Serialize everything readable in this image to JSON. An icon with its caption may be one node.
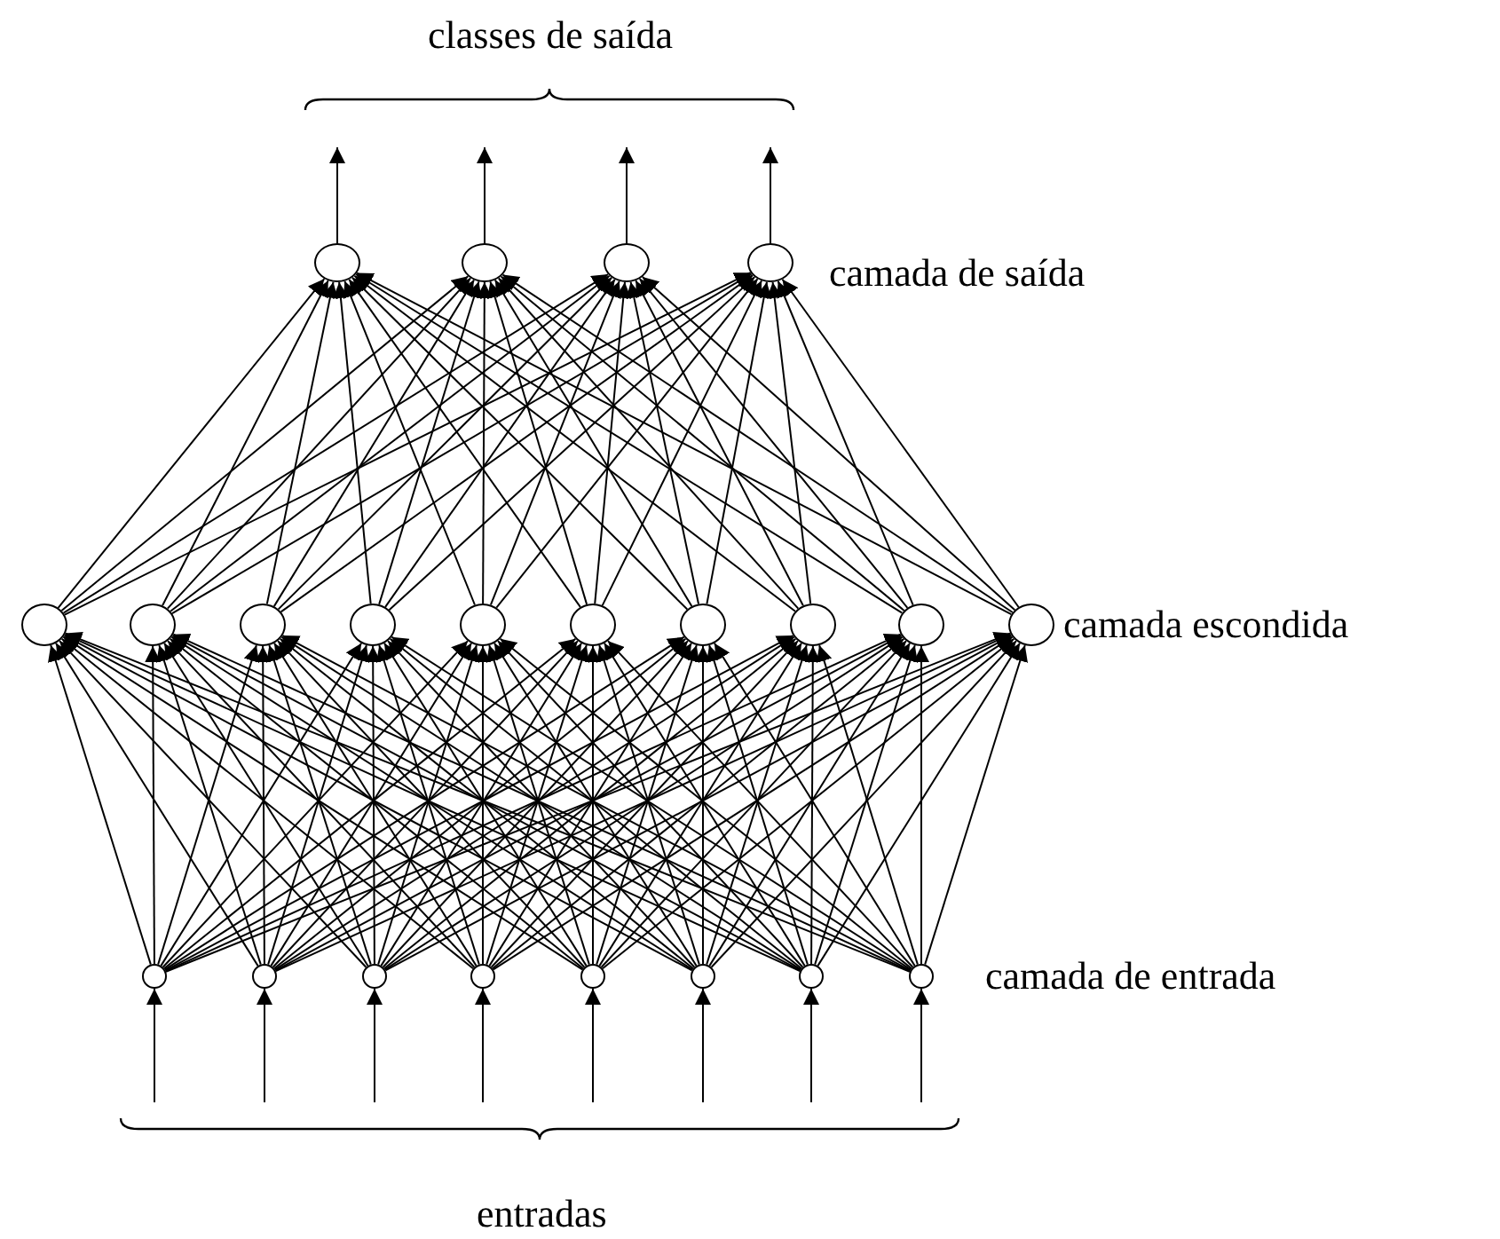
{
  "diagram": {
    "nodes": [
      {
        "text": [],
        "shape": "circle"
      },
      {
        "text": [],
        "shape": "circle"
      },
      {
        "text": [],
        "shape": "circle"
      },
      {
        "text": [],
        "shape": "circle"
      },
      {
        "text": [],
        "shape": "circle"
      },
      {
        "text": [],
        "shape": "circle"
      },
      {
        "text": [],
        "shape": "circle"
      },
      {
        "text": [],
        "shape": "circle"
      },
      {
        "text": [],
        "shape": "circle"
      },
      {
        "text": [],
        "shape": "circle"
      },
      {
        "text": [],
        "shape": "circle"
      },
      {
        "text": [],
        "shape": "circle"
      },
      {
        "text": [],
        "shape": "circle"
      },
      {
        "text": [],
        "shape": "circle"
      },
      {
        "text": [],
        "shape": "circle"
      },
      {
        "text": [],
        "shape": "circle"
      },
      {
        "text": [],
        "shape": "circle"
      },
      {
        "text": [],
        "shape": "circle"
      },
      {
        "text": [],
        "shape": "circle"
      },
      {
        "text": [],
        "shape": "circle"
      },
      {
        "text": [],
        "shape": "circle"
      },
      {
        "text": [],
        "shape": "circle"
      }
    ],
    "edges": [
      {
        "from": 0,
        "to": null,
        "arrow": "to"
      },
      {
        "from": 1,
        "to": null,
        "arrow": "to"
      },
      {
        "from": 2,
        "to": null,
        "arrow": "to"
      },
      {
        "from": 3,
        "to": null,
        "arrow": "to"
      },
      {
        "from": 4,
        "to": 0,
        "arrow": "to"
      },
      {
        "from": 4,
        "to": 1,
        "arrow": "to"
      },
      {
        "from": 4,
        "to": 2,
        "arrow": "to"
      },
      {
        "from": 4,
        "to": 3,
        "arrow": "to"
      },
      {
        "from": 5,
        "to": 0,
        "arrow": "to"
      },
      {
        "from": 5,
        "to": 1,
        "arrow": "to"
      },
      {
        "from": 5,
        "to": 2,
        "arrow": "to"
      },
      {
        "from": 5,
        "to": 3,
        "arrow": "to"
      },
      {
        "from": 6,
        "to": 0,
        "arrow": "to"
      },
      {
        "from": 6,
        "to": 1,
        "arrow": "to"
      },
      {
        "from": 6,
        "to": 2,
        "arrow": "to"
      },
      {
        "from": 6,
        "to": 3,
        "arrow": "to"
      },
      {
        "from": 7,
        "to": 0,
        "arrow": "to"
      },
      {
        "from": 7,
        "to": 1,
        "arrow": "to"
      },
      {
        "from": 7,
        "to": 2,
        "arrow": "to"
      },
      {
        "from": 7,
        "to": 3,
        "arrow": "to"
      },
      {
        "from": 8,
        "to": 0,
        "arrow": "to"
      },
      {
        "from": 8,
        "to": 1,
        "arrow": "to"
      },
      {
        "from": 8,
        "to": 2,
        "arrow": "to"
      },
      {
        "from": 8,
        "to": 3,
        "arrow": "to"
      },
      {
        "from": 9,
        "to": 0,
        "arrow": "to"
      },
      {
        "from": 9,
        "to": 1,
        "arrow": "to"
      },
      {
        "from": 9,
        "to": 2,
        "arrow": "to"
      },
      {
        "from": 9,
        "to": 3,
        "arrow": "to"
      },
      {
        "from": 10,
        "to": 0,
        "arrow": "to"
      },
      {
        "from": 10,
        "to": 1,
        "arrow": "to"
      },
      {
        "from": 10,
        "to": 2,
        "arrow": "to"
      },
      {
        "from": 10,
        "to": 3,
        "arrow": "to"
      },
      {
        "from": 11,
        "to": 0,
        "arrow": "to"
      },
      {
        "from": 11,
        "to": 1,
        "arrow": "to"
      },
      {
        "from": 11,
        "to": 2,
        "arrow": "to"
      },
      {
        "from": 11,
        "to": 3,
        "arrow": "to"
      },
      {
        "from": 12,
        "to": 0,
        "arrow": "to"
      },
      {
        "from": 12,
        "to": 1,
        "arrow": "to"
      },
      {
        "from": 12,
        "to": 2,
        "arrow": "to"
      },
      {
        "from": 12,
        "to": 3,
        "arrow": "to"
      },
      {
        "from": 13,
        "to": 0,
        "arrow": "to"
      },
      {
        "from": 13,
        "to": 1,
        "arrow": "to"
      },
      {
        "from": 13,
        "to": 2,
        "arrow": "to"
      },
      {
        "from": 13,
        "to": 3,
        "arrow": "to"
      },
      {
        "from": 14,
        "to": 4,
        "arrow": "to"
      },
      {
        "from": 14,
        "to": 5,
        "arrow": "to"
      },
      {
        "from": 14,
        "to": 6,
        "arrow": "to"
      },
      {
        "from": 14,
        "to": 7,
        "arrow": "to"
      },
      {
        "from": 14,
        "to": 8,
        "arrow": "to"
      },
      {
        "from": 14,
        "to": 9,
        "arrow": "to"
      },
      {
        "from": 14,
        "to": 10,
        "arrow": "to"
      },
      {
        "from": 14,
        "to": 11,
        "arrow": "to"
      },
      {
        "from": 14,
        "to": 12,
        "arrow": "to"
      },
      {
        "from": 14,
        "to": 13,
        "arrow": "to"
      },
      {
        "from": 15,
        "to": 4,
        "arrow": "to"
      },
      {
        "from": 15,
        "to": 5,
        "arrow": "to"
      },
      {
        "from": 15,
        "to": 6,
        "arrow": "to"
      },
      {
        "from": 15,
        "to": 7,
        "arrow": "to"
      },
      {
        "from": 15,
        "to": 8,
        "arrow": "to"
      },
      {
        "from": 15,
        "to": 9,
        "arrow": "to"
      },
      {
        "from": 15,
        "to": 10,
        "arrow": "to"
      },
      {
        "from": 15,
        "to": 11,
        "arrow": "to"
      },
      {
        "from": 15,
        "to": 12,
        "arrow": "to"
      },
      {
        "from": 15,
        "to": 13,
        "arrow": "to"
      },
      {
        "from": 16,
        "to": 4,
        "arrow": "to"
      },
      {
        "from": 16,
        "to": 5,
        "arrow": "to"
      },
      {
        "from": 16,
        "to": 6,
        "arrow": "to"
      },
      {
        "from": 16,
        "to": 7,
        "arrow": "to"
      },
      {
        "from": 16,
        "to": 8,
        "arrow": "to"
      },
      {
        "from": 16,
        "to": 9,
        "arrow": "to"
      },
      {
        "from": 16,
        "to": 10,
        "arrow": "to"
      },
      {
        "from": 16,
        "to": 11,
        "arrow": "to"
      },
      {
        "from": 16,
        "to": 12,
        "arrow": "to"
      },
      {
        "from": 16,
        "to": 13,
        "arrow": "to"
      },
      {
        "from": 17,
        "to": 4,
        "arrow": "to"
      },
      {
        "from": 17,
        "to": 5,
        "arrow": "to"
      },
      {
        "from": 17,
        "to": 6,
        "arrow": "to"
      },
      {
        "from": 17,
        "to": 7,
        "arrow": "to"
      },
      {
        "from": 17,
        "to": 8,
        "arrow": "to"
      },
      {
        "from": 17,
        "to": 9,
        "arrow": "to"
      },
      {
        "from": 17,
        "to": 10,
        "arrow": "to"
      },
      {
        "from": 17,
        "to": 11,
        "arrow": "to"
      },
      {
        "from": 17,
        "to": 12,
        "arrow": "to"
      },
      {
        "from": 17,
        "to": 13,
        "arrow": "to"
      },
      {
        "from": 18,
        "to": 4,
        "arrow": "to"
      },
      {
        "from": 18,
        "to": 5,
        "arrow": "to"
      },
      {
        "from": 18,
        "to": 6,
        "arrow": "to"
      },
      {
        "from": 18,
        "to": 7,
        "arrow": "to"
      },
      {
        "from": 18,
        "to": 8,
        "arrow": "to"
      },
      {
        "from": 18,
        "to": 9,
        "arrow": "to"
      },
      {
        "from": 18,
        "to": 10,
        "arrow": "to"
      },
      {
        "from": 18,
        "to": 11,
        "arrow": "to"
      },
      {
        "from": 18,
        "to": 12,
        "arrow": "to"
      },
      {
        "from": 18,
        "to": 13,
        "arrow": "to"
      },
      {
        "from": 19,
        "to": 4,
        "arrow": "to"
      },
      {
        "from": 19,
        "to": 5,
        "arrow": "to"
      },
      {
        "from": 19,
        "to": 6,
        "arrow": "to"
      },
      {
        "from": 19,
        "to": 7,
        "arrow": "to"
      },
      {
        "from": 19,
        "to": 8,
        "arrow": "to"
      },
      {
        "from": 19,
        "to": 9,
        "arrow": "to"
      },
      {
        "from": 19,
        "to": 10,
        "arrow": "to"
      },
      {
        "from": 19,
        "to": 11,
        "arrow": "to"
      },
      {
        "from": 19,
        "to": 12,
        "arrow": "to"
      },
      {
        "from": 19,
        "to": 13,
        "arrow": "to"
      },
      {
        "from": 20,
        "to": 4,
        "arrow": "to"
      },
      {
        "from": 20,
        "to": 5,
        "arrow": "to"
      },
      {
        "from": 20,
        "to": 6,
        "arrow": "to"
      },
      {
        "from": 20,
        "to": 7,
        "arrow": "to"
      },
      {
        "from": 20,
        "to": 8,
        "arrow": "to"
      },
      {
        "from": 20,
        "to": 9,
        "arrow": "to"
      },
      {
        "from": 20,
        "to": 10,
        "arrow": "to"
      },
      {
        "from": 20,
        "to": 11,
        "arrow": "to"
      },
      {
        "from": 20,
        "to": 12,
        "arrow": "to"
      },
      {
        "from": 20,
        "to": 13,
        "arrow": "to"
      },
      {
        "from": 21,
        "to": 4,
        "arrow": "to"
      },
      {
        "from": 21,
        "to": 5,
        "arrow": "to"
      },
      {
        "from": 21,
        "to": 6,
        "arrow": "to"
      },
      {
        "from": 21,
        "to": 7,
        "arrow": "to"
      },
      {
        "from": 21,
        "to": 8,
        "arrow": "to"
      },
      {
        "from": 21,
        "to": 9,
        "arrow": "to"
      },
      {
        "from": 21,
        "to": 10,
        "arrow": "to"
      },
      {
        "from": 21,
        "to": 11,
        "arrow": "to"
      },
      {
        "from": 21,
        "to": 12,
        "arrow": "to"
      },
      {
        "from": 21,
        "to": 13,
        "arrow": "to"
      },
      {
        "from": null,
        "to": 14,
        "arrow": "to"
      },
      {
        "from": null,
        "to": 15,
        "arrow": "to"
      },
      {
        "from": null,
        "to": 16,
        "arrow": "to"
      },
      {
        "from": null,
        "to": 17,
        "arrow": "to"
      },
      {
        "from": null,
        "to": 18,
        "arrow": "to"
      },
      {
        "from": null,
        "to": 19,
        "arrow": "to"
      },
      {
        "from": null,
        "to": 20,
        "arrow": "to"
      },
      {
        "from": null,
        "to": 21,
        "arrow": "to"
      }
    ],
    "labels": [
      "classes de saída",
      "camada de saída",
      "camada escondida",
      "camada de entrada",
      "entradas"
    ]
  }
}
